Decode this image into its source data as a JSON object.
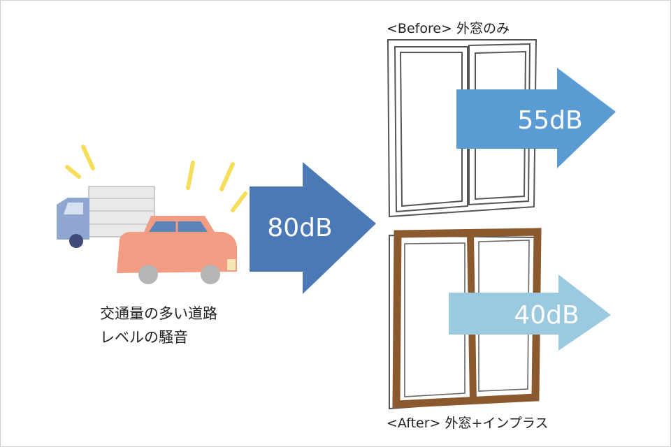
{
  "source": {
    "label_line1": "交通量の多い道路",
    "label_line2": "レベルの騒音",
    "level": "80dB",
    "arrow_color": "#4a79b5"
  },
  "before": {
    "caption": "<Before> 外窓のみ",
    "level": "55dB",
    "arrow_color": "#5b9bd3"
  },
  "after": {
    "caption": "<After> 外窓+インプラス",
    "level": "40dB",
    "arrow_color": "#9ac9e0",
    "inner_frame_color": "#8a5a2e"
  },
  "vehicles": {
    "truck_color": "#8ea6d0",
    "car_color": "#f29c84",
    "car_roof_color": "#5d84b8",
    "burst_color": "#f6de5c"
  }
}
